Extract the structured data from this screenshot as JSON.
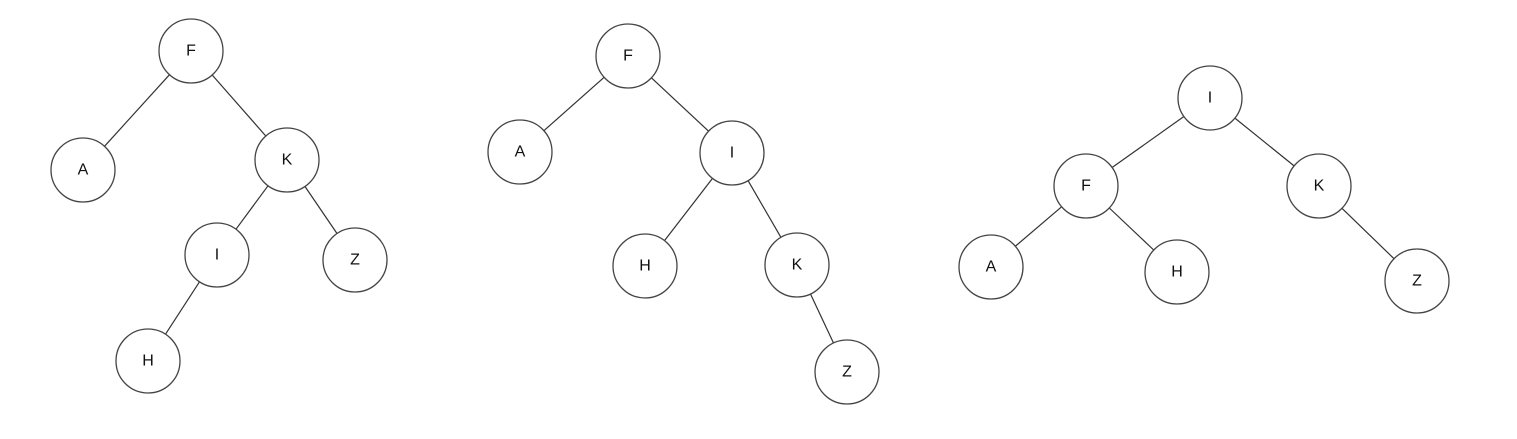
{
  "colors": {
    "background": "#ffffff",
    "node_stroke": "#444444",
    "edge_stroke": "#333333",
    "text": "#111111"
  },
  "trees": [
    {
      "nodes": [
        {
          "id": "F",
          "label": "F"
        },
        {
          "id": "A",
          "label": "A"
        },
        {
          "id": "K",
          "label": "K"
        },
        {
          "id": "I",
          "label": "I"
        },
        {
          "id": "Z",
          "label": "Z"
        },
        {
          "id": "H",
          "label": "H"
        }
      ],
      "edges": [
        [
          "F",
          "A"
        ],
        [
          "F",
          "K"
        ],
        [
          "K",
          "I"
        ],
        [
          "K",
          "Z"
        ],
        [
          "I",
          "H"
        ]
      ]
    },
    {
      "nodes": [
        {
          "id": "F",
          "label": "F"
        },
        {
          "id": "A",
          "label": "A"
        },
        {
          "id": "I",
          "label": "I"
        },
        {
          "id": "H",
          "label": "H"
        },
        {
          "id": "K",
          "label": "K"
        },
        {
          "id": "Z",
          "label": "Z"
        }
      ],
      "edges": [
        [
          "F",
          "A"
        ],
        [
          "F",
          "I"
        ],
        [
          "I",
          "H"
        ],
        [
          "I",
          "K"
        ],
        [
          "K",
          "Z"
        ]
      ]
    },
    {
      "nodes": [
        {
          "id": "I",
          "label": "I"
        },
        {
          "id": "F",
          "label": "F"
        },
        {
          "id": "K",
          "label": "K"
        },
        {
          "id": "A",
          "label": "A"
        },
        {
          "id": "H",
          "label": "H"
        },
        {
          "id": "Z",
          "label": "Z"
        }
      ],
      "edges": [
        [
          "I",
          "F"
        ],
        [
          "I",
          "K"
        ],
        [
          "F",
          "A"
        ],
        [
          "F",
          "H"
        ],
        [
          "K",
          "Z"
        ]
      ]
    }
  ]
}
